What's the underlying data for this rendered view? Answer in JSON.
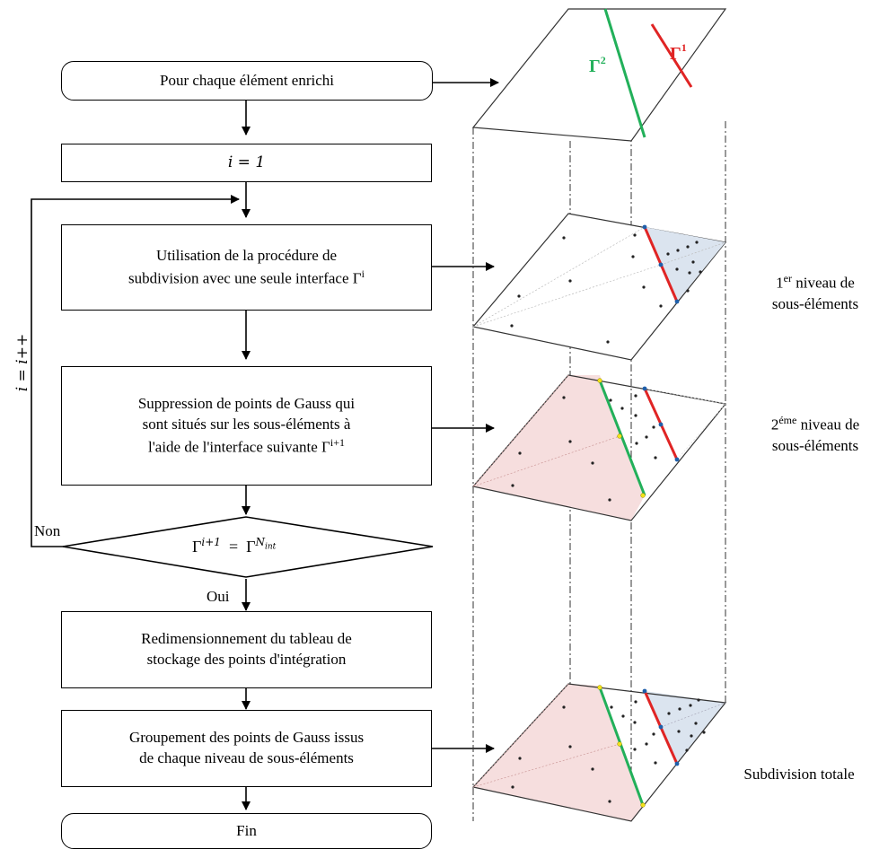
{
  "flowchart": {
    "start": "Pour chaque élément enrichi",
    "init": "i = 1",
    "step1_line1": "Utilisation de la procédure de",
    "step1_line2": "subdivision avec une seule interface Γ",
    "step1_sup": "i",
    "step2_line1": "Suppression de points de Gauss qui",
    "step2_line2": "sont situés sur les sous-éléments à",
    "step2_line3": "l'aide de l'interface suivante Γ",
    "step2_sup": "i+1",
    "decision_left": "Γ",
    "decision_left_sup": "i+1",
    "decision_eq": "=",
    "decision_right": "Γ",
    "decision_right_sup": "N",
    "decision_right_sub": "int",
    "no_label": "Non",
    "yes_label": "Oui",
    "loop_label": "i = i++",
    "step3_line1": "Redimensionnement du tableau de",
    "step3_line2": "stockage des points d'intégration",
    "step4_line1": "Groupement des points de Gauss issus",
    "step4_line2": "de chaque niveau de sous-éléments",
    "end": "Fin"
  },
  "illustration": {
    "gamma1": "Γ",
    "gamma1_sup": "1",
    "gamma2": "Γ",
    "gamma2_sup": "2",
    "level1_line1_sup": "er",
    "level1_line1_pre": "1",
    "level1_line1_post": " niveau de",
    "level1_line2": "sous-éléments",
    "level2_line1_pre": "2",
    "level2_line1_sup": "éme",
    "level2_line1_post": " niveau de",
    "level2_line2": "sous-éléments",
    "total": "Subdivision totale"
  },
  "colors": {
    "green": "#22b05a",
    "red": "#e02424",
    "pink_fill": "#f6dede",
    "blue_fill": "#dbe4ef",
    "yellow_marker": "#f2e21a",
    "blue_marker": "#1f5faa"
  }
}
